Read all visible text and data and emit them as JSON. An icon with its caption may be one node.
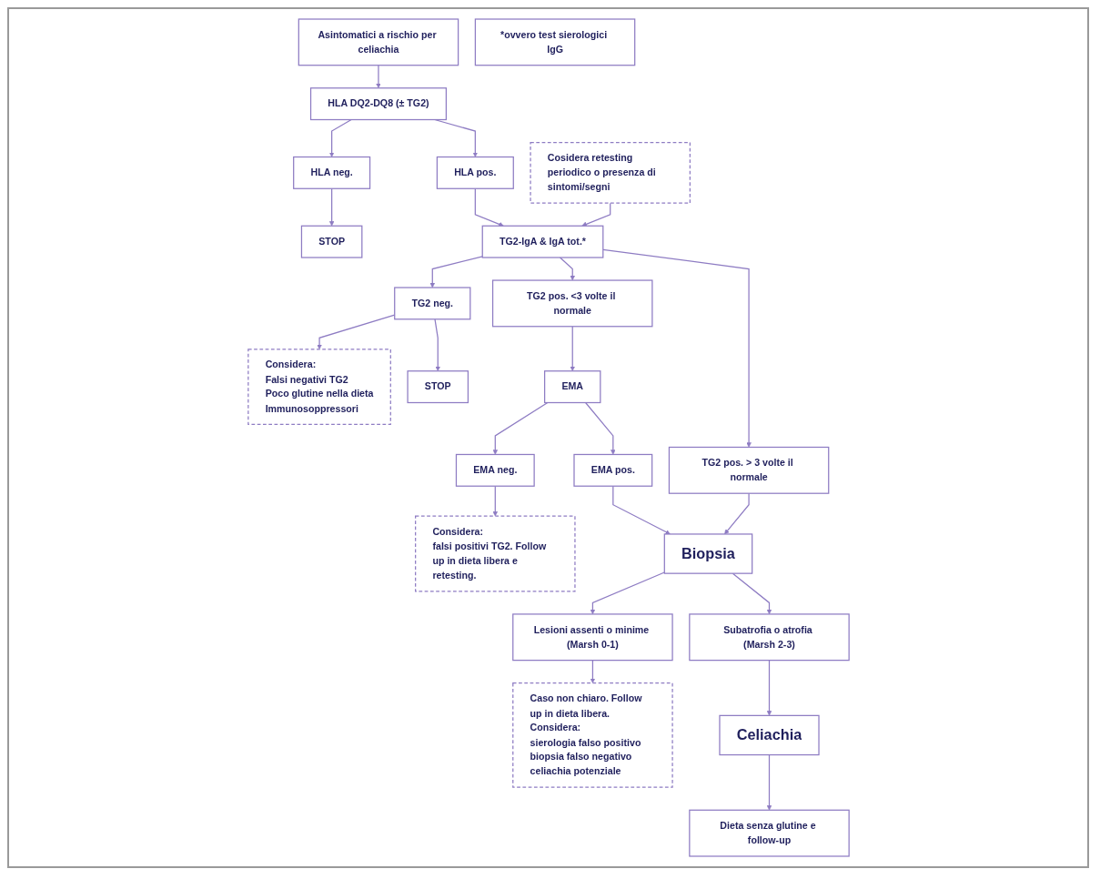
{
  "diagram": {
    "nodes": [
      {
        "text": [
          "Asintomatici a rischio per celiachia"
        ]
      },
      {
        "text": [
          "HLA DQ2-DQ8 (± TG2)"
        ]
      },
      {
        "text": [
          "HLA pos."
        ]
      },
      {
        "text": [
          "HLA neg."
        ]
      },
      {
        "text": [
          "STOP"
        ]
      },
      {
        "text": [
          "TG2-IgA & IgA tot.*"
        ]
      },
      {
        "text": [
          "Cosidera retesting periodico o presenza di sintomi/segni"
        ]
      },
      {
        "text": [
          "TG2 pos. > 3 volte il normale"
        ]
      },
      {
        "text": [
          "TG2 pos. <3 volte il normale"
        ]
      },
      {
        "text": [
          "TG2 neg."
        ]
      },
      {
        "text": [
          "STOP"
        ]
      },
      {
        "text": [
          "EMA"
        ]
      },
      {
        "text": [
          "Biopsia"
        ]
      },
      {
        "text": [
          "EMA pos."
        ]
      },
      {
        "text": [
          "EMA neg."
        ]
      },
      {
        "text": [
          "Considera:",
          "Falsi negativi TG2",
          "Poco glutine nella dieta",
          "Immunosoppressori"
        ]
      },
      {
        "text": [
          "Subatrofia o atrofia (Marsh 2-3)"
        ]
      },
      {
        "text": [
          "Lesioni assenti o minime (Marsh 0-1)"
        ]
      },
      {
        "text": [
          "Celiachia"
        ]
      },
      {
        "text": [
          "Caso non chiaro. Follow up in dieta libera.",
          "Considera:",
          "sierologia falso positivo",
          "biopsia falso negativo",
          "celiachia potenziale"
        ]
      },
      {
        "text": [
          "Considera:",
          "falsi positivi TG2. Follow up in dieta libera e retesting."
        ]
      },
      {
        "text": [
          "Dieta senza glutine e follow-up"
        ]
      },
      {
        "text": [
          "*ovvero test sierologici IgG"
        ]
      }
    ],
    "edges": [
      {
        "from": 0,
        "to": 1,
        "arrow": "to"
      },
      {
        "from": 1,
        "to": 2,
        "arrow": "to"
      },
      {
        "from": 1,
        "to": 3,
        "arrow": "to"
      },
      {
        "from": 3,
        "to": 4,
        "arrow": "to"
      },
      {
        "from": 2,
        "to": 5,
        "arrow": "to"
      },
      {
        "from": 6,
        "to": 5,
        "arrow": "to"
      },
      {
        "from": 5,
        "to": 7,
        "arrow": "to"
      },
      {
        "from": 5,
        "to": 8,
        "arrow": "to"
      },
      {
        "from": 5,
        "to": 9,
        "arrow": "to"
      },
      {
        "from": 9,
        "to": 10,
        "arrow": "to"
      },
      {
        "from": 9,
        "to": 15,
        "arrow": "to"
      },
      {
        "from": 8,
        "to": 11,
        "arrow": "to"
      },
      {
        "from": 11,
        "to": 13,
        "arrow": "to"
      },
      {
        "from": 11,
        "to": 14,
        "arrow": "to"
      },
      {
        "from": 13,
        "to": 12,
        "arrow": "to"
      },
      {
        "from": 7,
        "to": 12,
        "arrow": "to"
      },
      {
        "from": 12,
        "to": 16,
        "arrow": "to"
      },
      {
        "from": 12,
        "to": 17,
        "arrow": "to"
      },
      {
        "from": 16,
        "to": 18,
        "arrow": "to"
      },
      {
        "from": 17,
        "to": 19,
        "arrow": "to"
      },
      {
        "from": 14,
        "to": 20,
        "arrow": "to"
      },
      {
        "from": 18,
        "to": 21,
        "arrow": "to"
      }
    ]
  }
}
